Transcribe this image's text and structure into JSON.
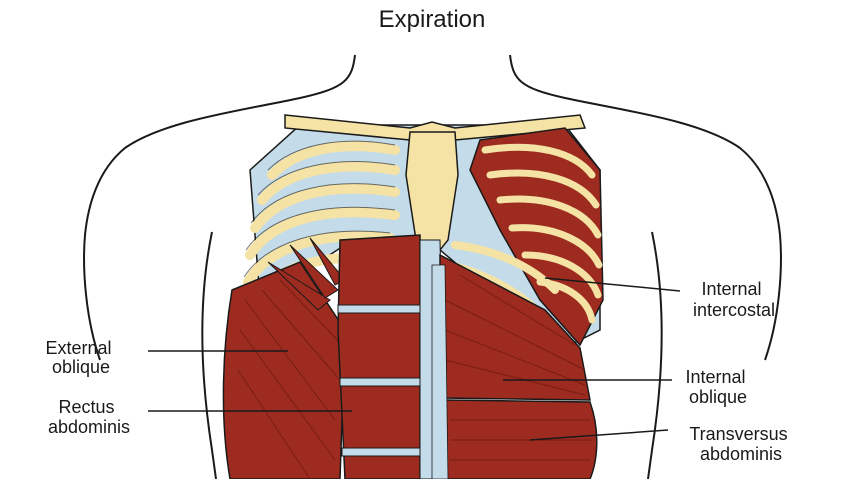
{
  "title": "Expiration",
  "colors": {
    "bone": "#f4e3a4",
    "cartilage": "#c4dbe9",
    "muscle": "#9e2b1f",
    "muscle_dark": "#6e1a12",
    "outline": "#1a1a1a"
  },
  "labels": {
    "external_oblique": [
      "External",
      "oblique"
    ],
    "rectus_abdominis": [
      "Rectus",
      "abdominis"
    ],
    "internal_intercostal": [
      "Internal",
      "intercostal"
    ],
    "internal_oblique": [
      "Internal",
      "oblique"
    ],
    "transversus_abdominis": [
      "Transversus",
      "abdominis"
    ]
  }
}
